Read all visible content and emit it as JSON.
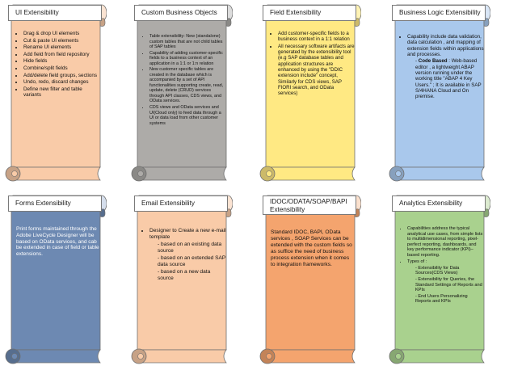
{
  "cards": [
    {
      "title": "UI Extensibility",
      "fill": "#F9CBA8",
      "header_fill": "#FBE3D2",
      "items": [
        "Drag & drop UI elements",
        "Cut & paste UI elements",
        "Rename UI elements",
        "Add field from field repository",
        "Hide fields",
        "Combine/split fields",
        "Add/delete field groups, sections",
        "Undo, redo, discard changes",
        "Define new filter and table variants"
      ]
    },
    {
      "title": "Custom Business Objects",
      "fill": "#ADABA8",
      "header_fill": "#DCDCDC",
      "items": [
        "Table extensibility: New (standalone) custom tables that are not child tables of SAP tables",
        "Capability of adding customer-specific fields to a business context of an application in a 1:1 or 1:n relation",
        "New customer specific tables are created in the database which is accompanied by a set of API functionalities supporting create, read, update, delete (CRUD) services through API classes, CDS views, and OData services.",
        "CDS views and OData services and UI(Cloud only) to feed data through a UI or data load from other customer systems"
      ]
    },
    {
      "title": "Field Extensibility",
      "fill": "#FFE983",
      "header_fill": "#FFF3B5",
      "items": [
        "Add customer-specific fields to a business context in a 1:1 relation",
        "All necessary software artifacts are generated by the extensibility tool (e.g SAP database tables and application structures are enhanced by using the \"DDIC extension include\" concept, Similarly for CDS views, SAP FIORI search, and OData services)"
      ]
    },
    {
      "title": "Business Logic Extensibility",
      "fill": "#A9C8EC",
      "header_fill": "#D9E6F6",
      "items": [
        "Capability include data validation, data calculation , and mapping of extension fields within applications and processes."
      ],
      "sub_items": [
        "Code Based : Web-based editor , a lightweight ABAP version running under the working title \"ABAP 4 Key Users.\" ; It is available in SAP S/4HANA Cloud and On premise."
      ],
      "sub_bold": "Code Based"
    },
    {
      "title": "Forms Extensibility",
      "fill": "#6D89B2",
      "header_fill": "#D5DEEC",
      "paragraph": "Print forms maintained through the Adobe LiveCycle Designer will be based on OData services, and cab be extended in case of field or table extensions."
    },
    {
      "title": "Email Extensibility",
      "fill": "#F9CBA8",
      "header_fill": "#FBE3D2",
      "items": [
        "Designer  to Create a new e-mail template"
      ],
      "sub_items": [
        "based on an existing data source",
        "based on an extended SAP data source",
        "based on a new data source"
      ]
    },
    {
      "title": "IDOC/ODATA/SOAP/BAPI Extensibility",
      "fill": "#F4A46E",
      "header_fill": "#FBE1CE",
      "paragraph": "Standard IDOC, BAPI, OData services , SOAP Services can be extended with the custom fields so as suffice the need of  business process extension when it comes to integration frameworks."
    },
    {
      "title": "Analytics Extensibility",
      "fill": "#A9D18E",
      "header_fill": "#DCEBD0",
      "items": [
        "Capabilities address the typical analytical use cases, from simple lists to multidimensional reporting, pixel-perfect reporting, dashboards, and key performance indicator (KPI)–based reporting.",
        "Types of :"
      ],
      "sub_items": [
        "Extensibility for Data Sources(CDS Views)",
        "Extensibility for Queries, the Standard Settings of Reports and KPIs",
        "End Users Personalizing Reports and KPIs"
      ]
    }
  ]
}
